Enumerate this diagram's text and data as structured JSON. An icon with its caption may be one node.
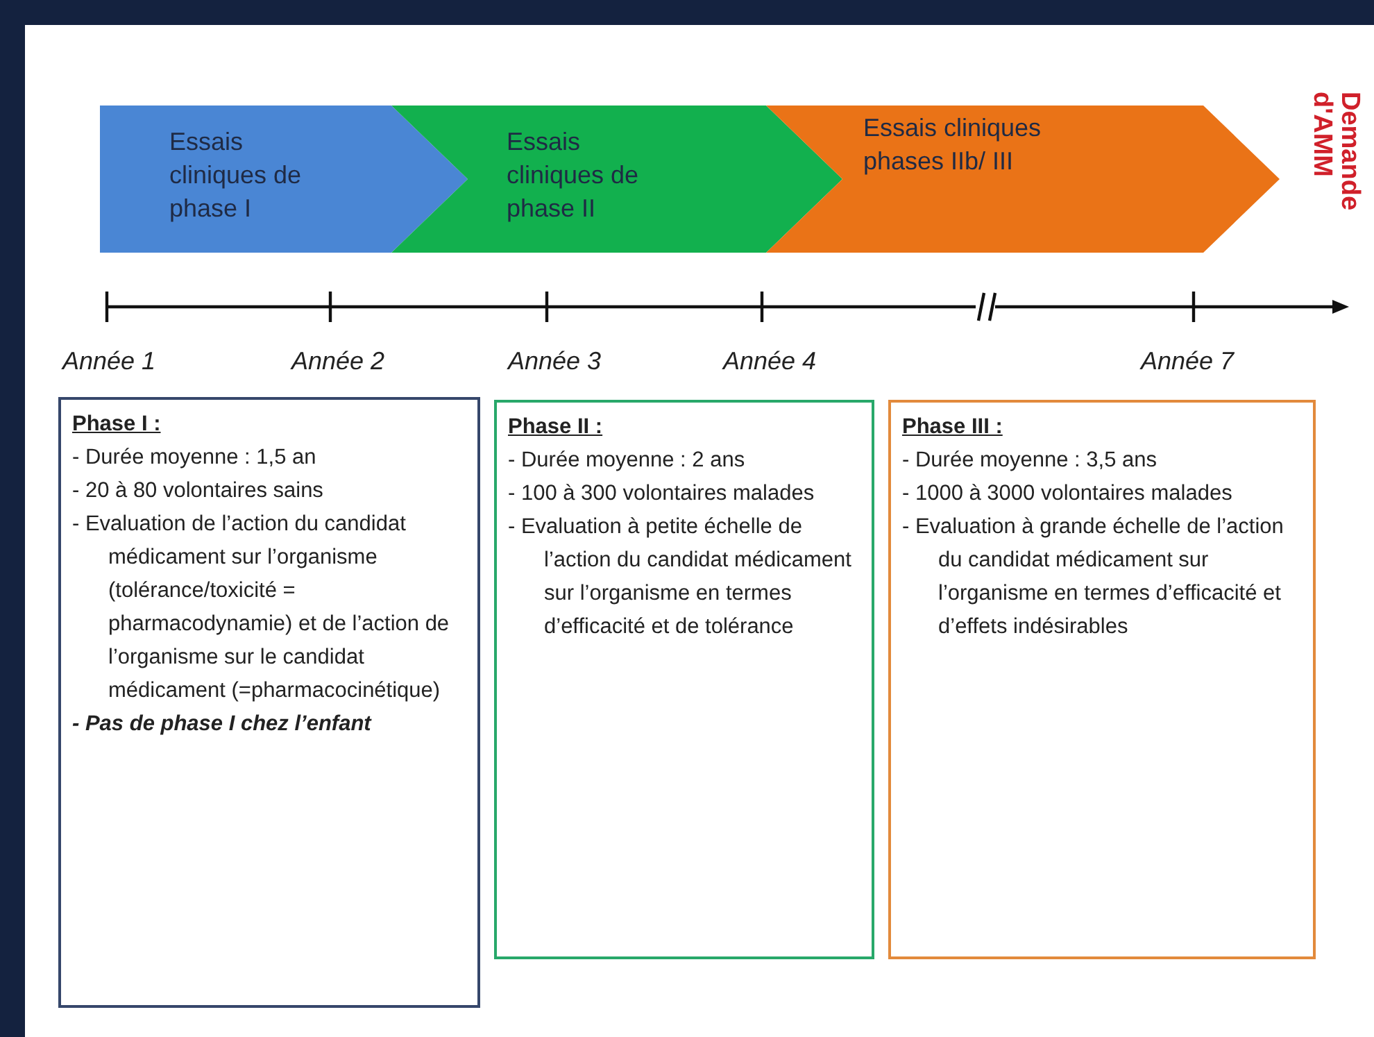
{
  "diagram": {
    "nodes": [
      {
        "text": [
          "Essais cliniques de phase I"
        ]
      },
      {
        "text": [
          "Essais cliniques de phase II"
        ]
      },
      {
        "text": [
          "Essais cliniques phases IIb/ III"
        ]
      },
      {
        "text": [
          "Phase I :",
          "- Durée moyenne : 1,5 an",
          "- 20 à 80 volontaires sains",
          "- Evaluation de l’action du candidat médicament sur l’organisme (tolérance/toxicité = pharmacodynamie) et de l’action de l’organisme sur le candidat médicament (=pharmacocinétique)",
          "- Pas de phase I chez l’enfant"
        ]
      },
      {
        "text": [
          "Phase II :",
          "- Durée moyenne : 2 ans",
          "- 100 à 300 volontaires malades",
          "- Evaluation à petite échelle de l’action du candidat médicament sur l’organisme en termes d’efficacité et de tolérance"
        ]
      },
      {
        "text": [
          "Phase III :",
          "- Durée moyenne : 3,5 ans",
          "- 1000 à 3000 volontaires malades",
          "- Evaluation à grande échelle de l’action du candidat médicament sur l’organisme en termes d’efficacité et d’effets indésirables"
        ]
      }
    ],
    "labels": [
      "Demande d'AMM",
      "Année 1",
      "Année 2",
      "Année 3",
      "Année 4",
      "Année 7"
    ]
  }
}
